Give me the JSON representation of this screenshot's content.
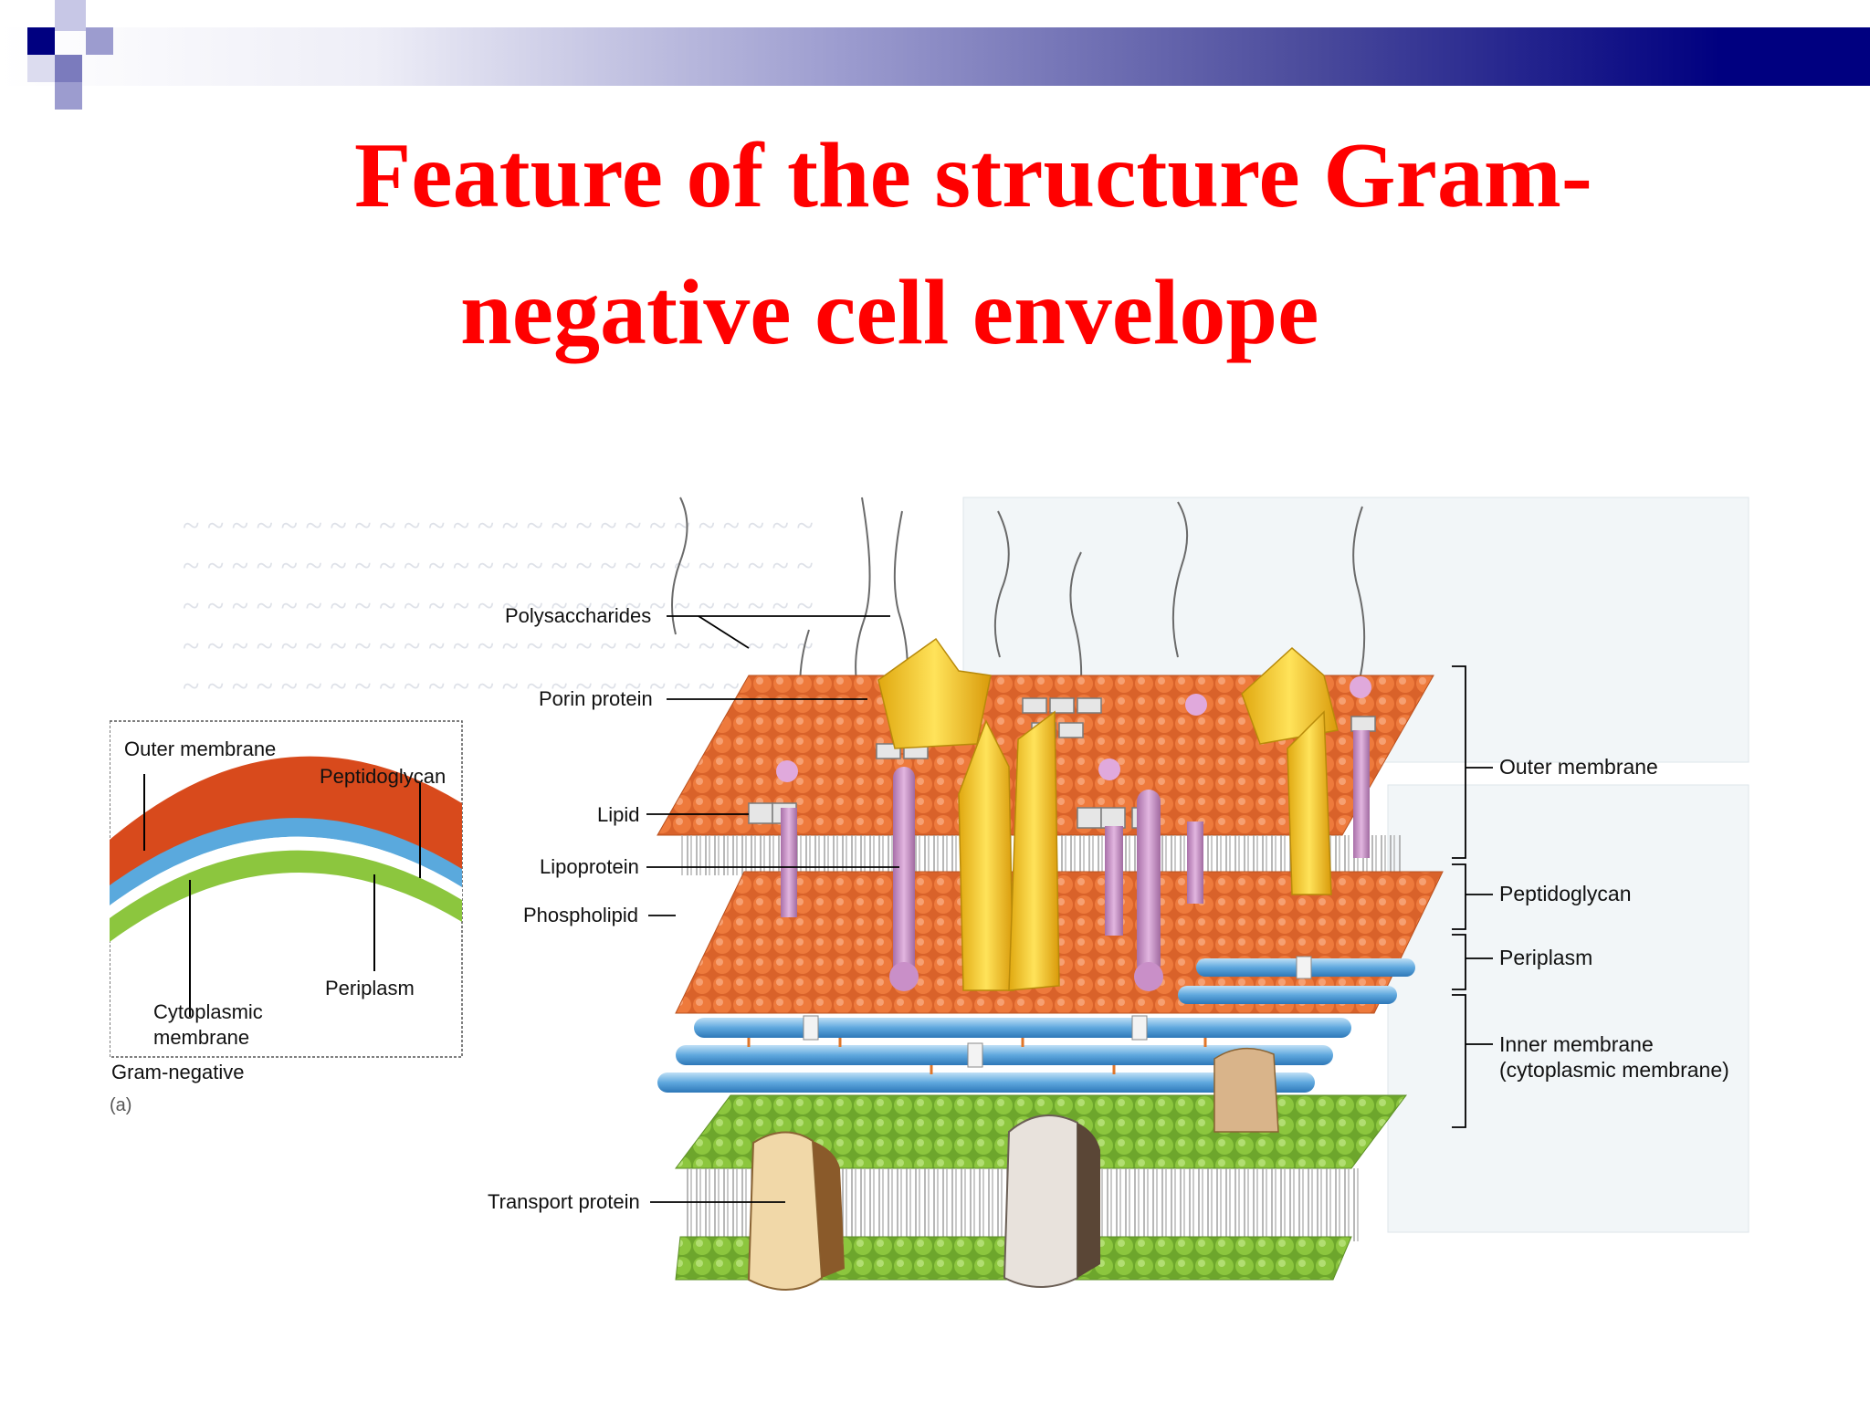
{
  "slide": {
    "title_line1": "Feature of the structure Gram-",
    "title_line2": "negative cell envelope",
    "colors": {
      "title": "#ff0000",
      "bar_dark": "#000080",
      "bar_light": "#9c9ccf",
      "outer_membrane_heads": "#ee7a3c",
      "inner_membrane_heads": "#8cc63e",
      "peptidoglycan": "#5fa8de",
      "porin": "#f2c61f",
      "lipoprotein": "#c98fc8"
    }
  },
  "figure": {
    "inset": {
      "outer_membrane_label": "Outer membrane",
      "peptidoglycan_label": "Peptidoglycan",
      "periplasm_label": "Periplasm",
      "cytoplasmic_line1": "Cytoplasmic",
      "cytoplasmic_line2": "membrane",
      "caption": "Gram-negative",
      "panel_letter": "(a)"
    },
    "left_labels": {
      "polysaccharides": "Polysaccharides",
      "porin_protein": "Porin protein",
      "lipid": "Lipid",
      "lipoprotein": "Lipoprotein",
      "phospholipid": "Phospholipid",
      "transport_protein": "Transport protein"
    },
    "right_labels": {
      "outer_membrane": "Outer membrane",
      "peptidoglycan": "Peptidoglycan",
      "periplasm": "Periplasm",
      "inner_membrane_line1": "Inner membrane",
      "inner_membrane_line2": "(cytoplasmic membrane)"
    }
  }
}
